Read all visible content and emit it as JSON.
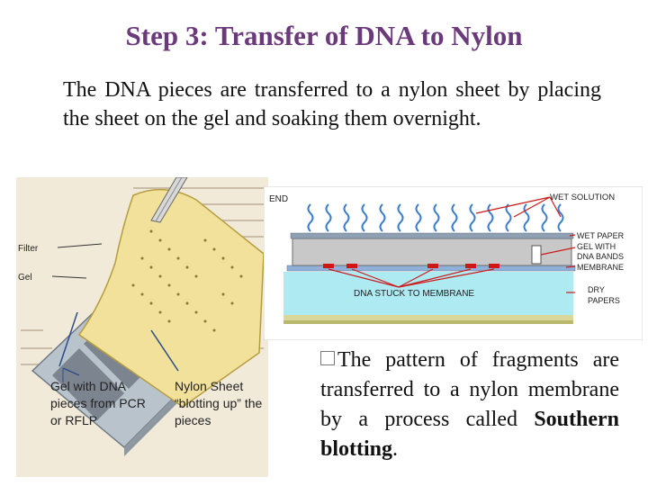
{
  "slide": {
    "title": "Step 3: Transfer of DNA to Nylon",
    "intro": "The DNA pieces are transferred to a nylon sheet by placing the sheet on the gel and soaking them overnight.",
    "bullet_prefix": "The pattern of fragments are transferred to a nylon membrane by a process called ",
    "bullet_bold": "Southern blotting",
    "bullet_suffix": "."
  },
  "photo": {
    "label_filter": "Filter",
    "label_gel": "Gel",
    "caption_gel": "Gel with DNA pieces from PCR or RFLP",
    "caption_nylon": "Nylon Sheet “blotting up” the pieces"
  },
  "blot_diagram": {
    "label_end": "END",
    "label_wet_solution": "WET SOLUTION",
    "label_wet_paper": "WET PAPER",
    "label_gel_line1": "GEL WITH",
    "label_gel_line2": "DNA BANDS",
    "label_membrane": "MEMBRANE",
    "label_dry_line1": "DRY",
    "label_dry_line2": "PAPERS",
    "label_dna_stuck": "DNA STUCK TO MEMBRANE"
  },
  "colors": {
    "title": "#6b3a7a",
    "arrow_red": "#cc1a1a",
    "dry_paper": "#aeeaf2",
    "gel_top": "#8fa0b4",
    "wave_blue": "#3b7fd1"
  }
}
